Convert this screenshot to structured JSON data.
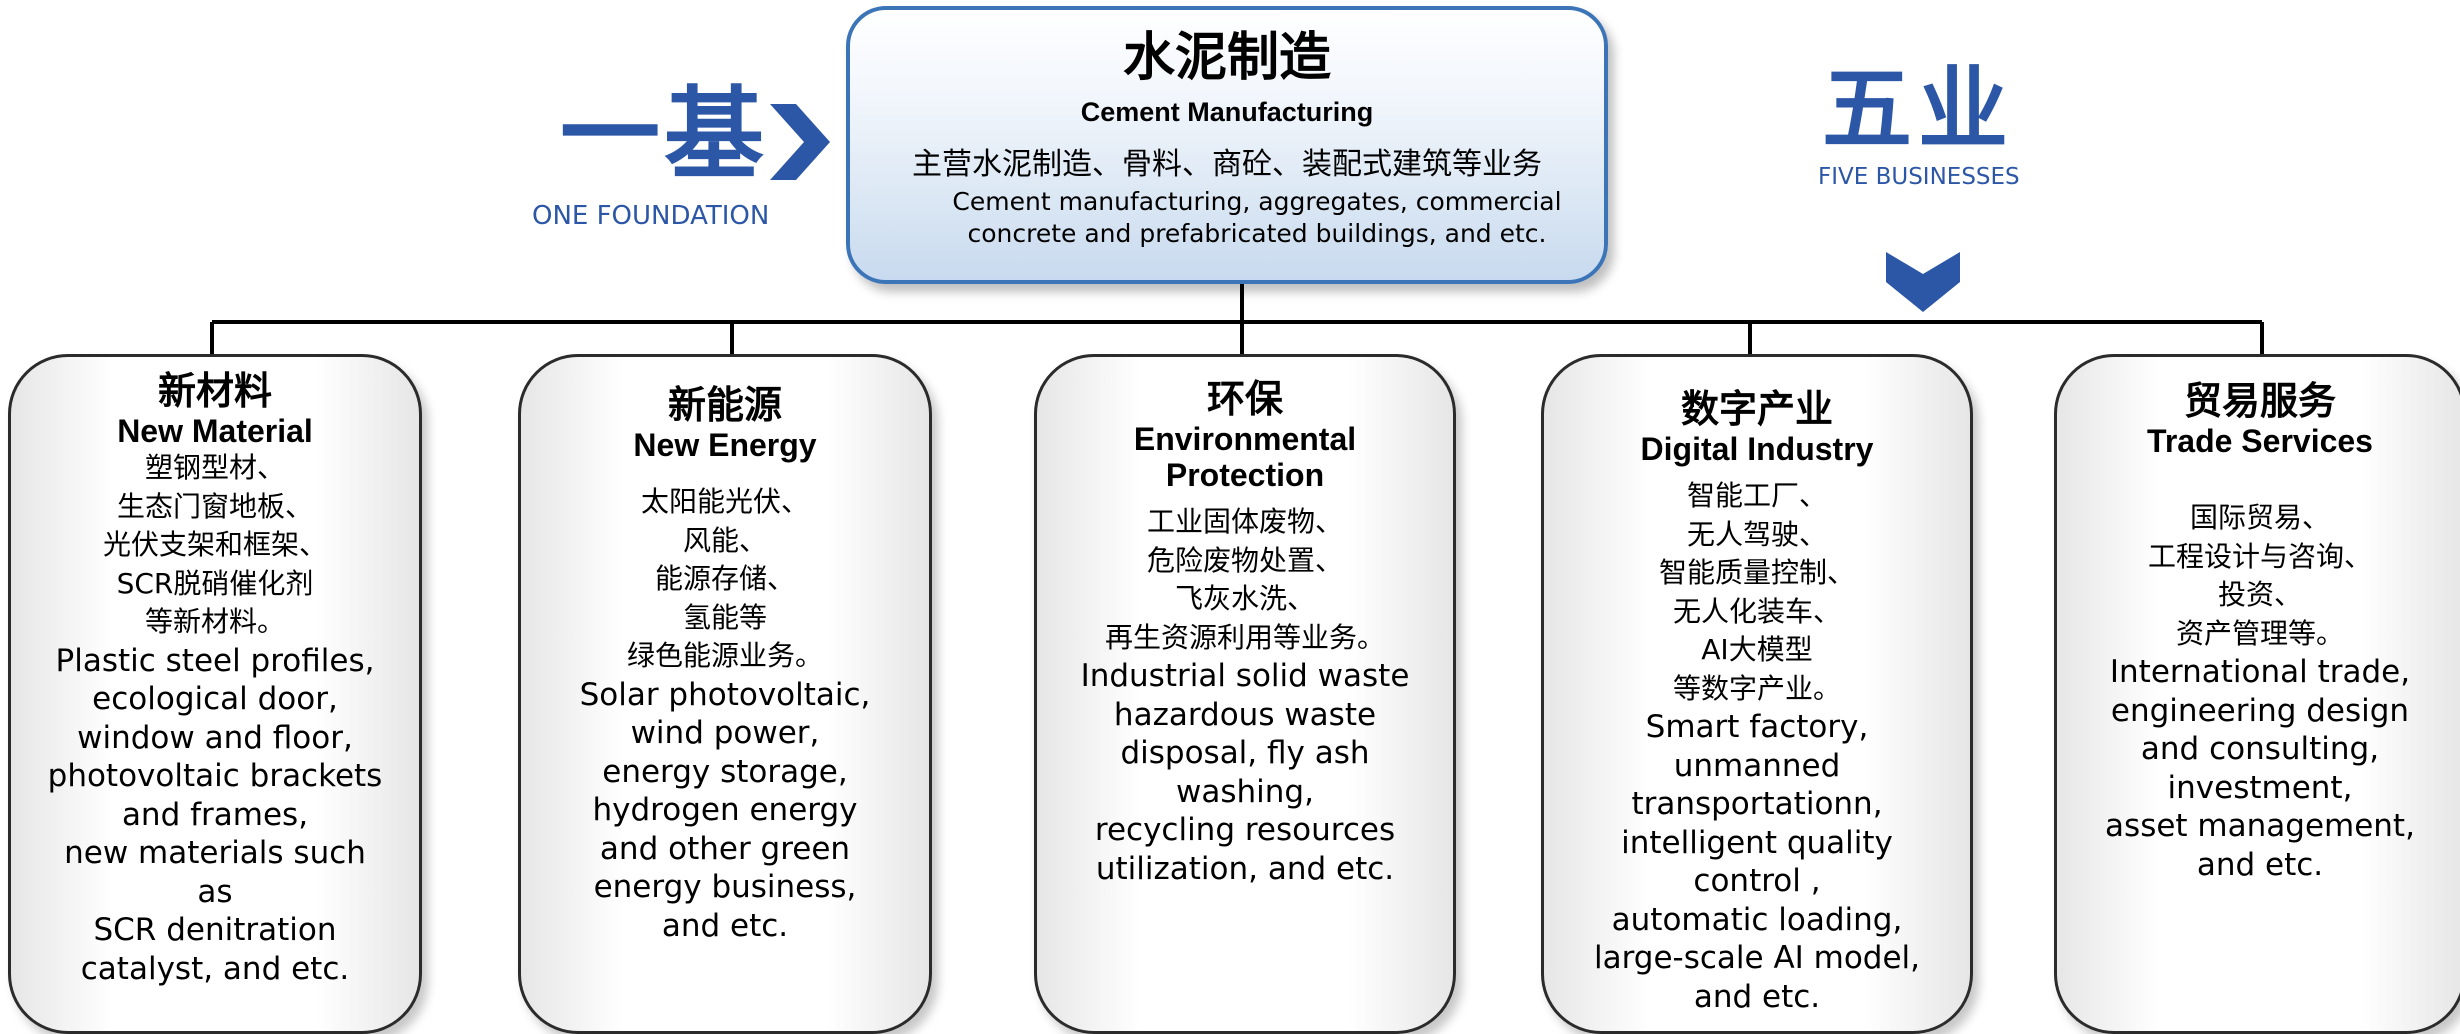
{
  "top": {
    "title_cn": "水泥制造",
    "title_en": "Cement Manufacturing",
    "desc_cn": "主营水泥制造、骨料、商砼、装配式建筑等业务",
    "desc_en": [
      "Cement manufacturing, aggregates, commercial",
      "concrete and prefabricated buildings, and etc."
    ]
  },
  "one_foundation": {
    "cn": "一基",
    "en": "ONE FOUNDATION"
  },
  "five_businesses": {
    "cn": "五业",
    "en": "FIVE BUSINESSES"
  },
  "colors": {
    "accent": "#2c56a6",
    "box_border": "#3c74b8",
    "line": "#000000"
  },
  "businesses": [
    {
      "title_cn": "新材料",
      "title_en": [
        "New Material"
      ],
      "desc_cn": [
        "塑钢型材、",
        "生态门窗地板、",
        "光伏支架和框架、",
        "SCR脱硝催化剂",
        "等新材料。"
      ],
      "desc_en": [
        "Plastic steel profiles,",
        "ecological door,",
        "window and floor,",
        "photovoltaic brackets",
        "and frames,",
        "new materials such",
        "as",
        "SCR denitration",
        "catalyst, and etc."
      ]
    },
    {
      "title_cn": "新能源",
      "title_en": [
        "New Energy"
      ],
      "desc_cn": [
        "太阳能光伏、",
        "风能、",
        "能源存储、",
        "氢能等",
        "绿色能源业务。"
      ],
      "desc_en": [
        "Solar photovoltaic,",
        "wind power,",
        "energy storage,",
        "hydrogen energy",
        "and other green",
        "energy business,",
        "and etc."
      ]
    },
    {
      "title_cn": "环保",
      "title_en": [
        "Environmental",
        "Protection"
      ],
      "desc_cn": [
        "工业固体废物、",
        "危险废物处置、",
        "飞灰水洗、",
        "再生资源利用等业务。"
      ],
      "desc_en": [
        "Industrial solid waste",
        "hazardous waste",
        "disposal, fly ash",
        "washing,",
        "recycling resources",
        "utilization, and etc."
      ]
    },
    {
      "title_cn": "数字产业",
      "title_en": [
        "Digital Industry"
      ],
      "desc_cn": [
        "智能工厂、",
        "无人驾驶、",
        "智能质量控制、",
        "无人化装车、",
        "AI大模型",
        "等数字产业。"
      ],
      "desc_en": [
        "Smart factory,",
        "unmanned",
        "transportationn,",
        "intelligent quality",
        "control ,",
        "automatic loading,",
        "large-scale AI model,",
        "and etc."
      ]
    },
    {
      "title_cn": "贸易服务",
      "title_en": [
        "Trade Services"
      ],
      "desc_cn": [
        "国际贸易、",
        "工程设计与咨询、",
        "投资、",
        "资产管理等。"
      ],
      "desc_en": [
        "International trade,",
        "engineering design",
        "and consulting,",
        "investment,",
        "asset management,",
        "and etc."
      ]
    }
  ]
}
